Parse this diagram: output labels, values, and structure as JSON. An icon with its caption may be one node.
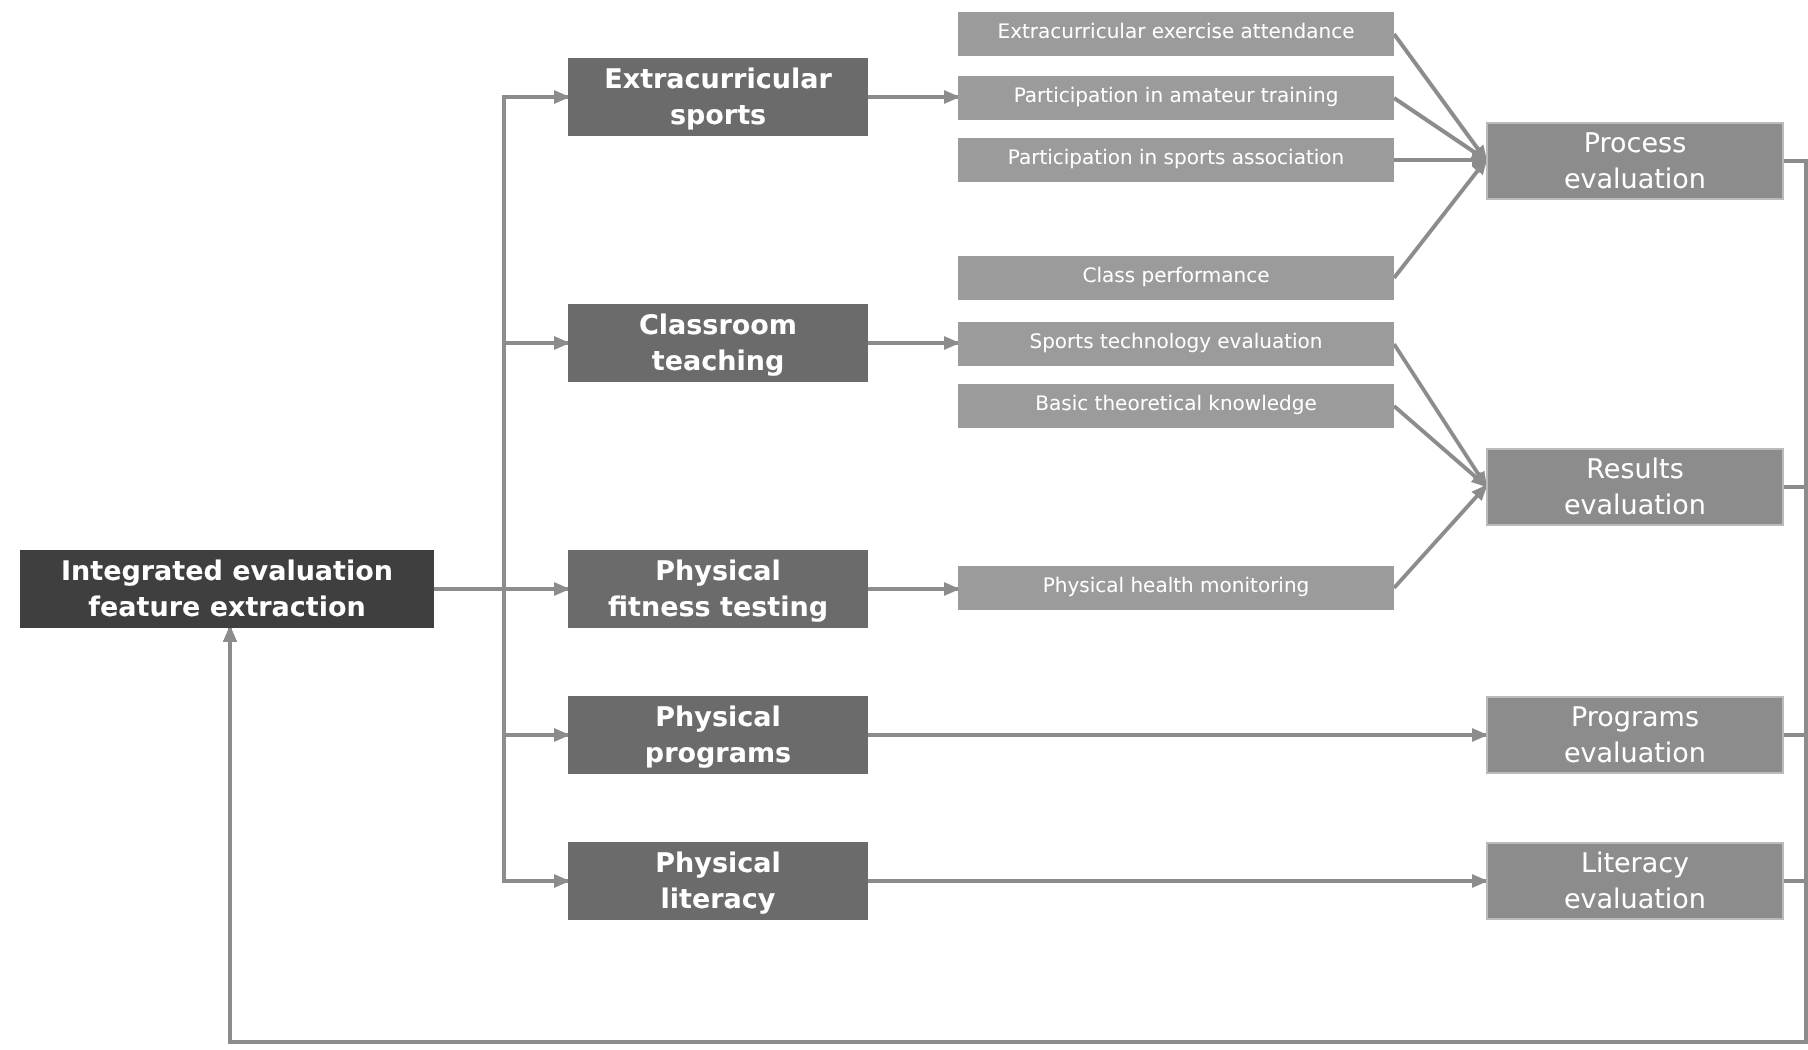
{
  "diagram": {
    "nodes": [
      {
        "text": [
          "Integrated evaluation feature extraction"
        ]
      },
      {
        "text": [
          "Extracurricular sports"
        ]
      },
      {
        "text": [
          "Classroom teaching"
        ]
      },
      {
        "text": [
          "Physical fitness testing"
        ]
      },
      {
        "text": [
          "Physical programs"
        ]
      },
      {
        "text": [
          "Physical literacy"
        ]
      },
      {
        "text": [
          "Extracurricular exercise attendance"
        ]
      },
      {
        "text": [
          "Participation in amateur training"
        ]
      },
      {
        "text": [
          "Participation in sports association"
        ]
      },
      {
        "text": [
          "Class performance"
        ]
      },
      {
        "text": [
          "Sports technology evaluation"
        ]
      },
      {
        "text": [
          "Basic theoretical knowledge"
        ]
      },
      {
        "text": [
          "Physical health monitoring"
        ]
      },
      {
        "text": [
          "Process evaluation"
        ]
      },
      {
        "text": [
          "Results evaluation"
        ]
      },
      {
        "text": [
          "Programs evaluation"
        ]
      },
      {
        "text": [
          "Literacy evaluation"
        ]
      }
    ],
    "edges": [
      {
        "from": 0,
        "to": 1,
        "arrow": "to"
      },
      {
        "from": 0,
        "to": 2,
        "arrow": "to"
      },
      {
        "from": 0,
        "to": 3,
        "arrow": "to"
      },
      {
        "from": 0,
        "to": 4,
        "arrow": "to"
      },
      {
        "from": 0,
        "to": 5,
        "arrow": "to"
      },
      {
        "from": 1,
        "to": 7,
        "arrow": "to"
      },
      {
        "from": 2,
        "to": 10,
        "arrow": "to"
      },
      {
        "from": 3,
        "to": 12,
        "arrow": "to"
      },
      {
        "from": 4,
        "to": 15,
        "arrow": "to"
      },
      {
        "from": 5,
        "to": 16,
        "arrow": "to"
      },
      {
        "from": 6,
        "to": 13,
        "arrow": "to"
      },
      {
        "from": 7,
        "to": 13,
        "arrow": "to"
      },
      {
        "from": 8,
        "to": 13,
        "arrow": "to"
      },
      {
        "from": 9,
        "to": 13,
        "arrow": "to"
      },
      {
        "from": 10,
        "to": 14,
        "arrow": "to"
      },
      {
        "from": 11,
        "to": 14,
        "arrow": "to"
      },
      {
        "from": 12,
        "to": 14,
        "arrow": "to"
      },
      {
        "from": 13,
        "to": 0,
        "arrow": "to"
      },
      {
        "from": 14,
        "to": 0,
        "arrow": "to"
      },
      {
        "from": 15,
        "to": 0,
        "arrow": "to"
      },
      {
        "from": 16,
        "to": 0,
        "arrow": "to"
      }
    ]
  }
}
